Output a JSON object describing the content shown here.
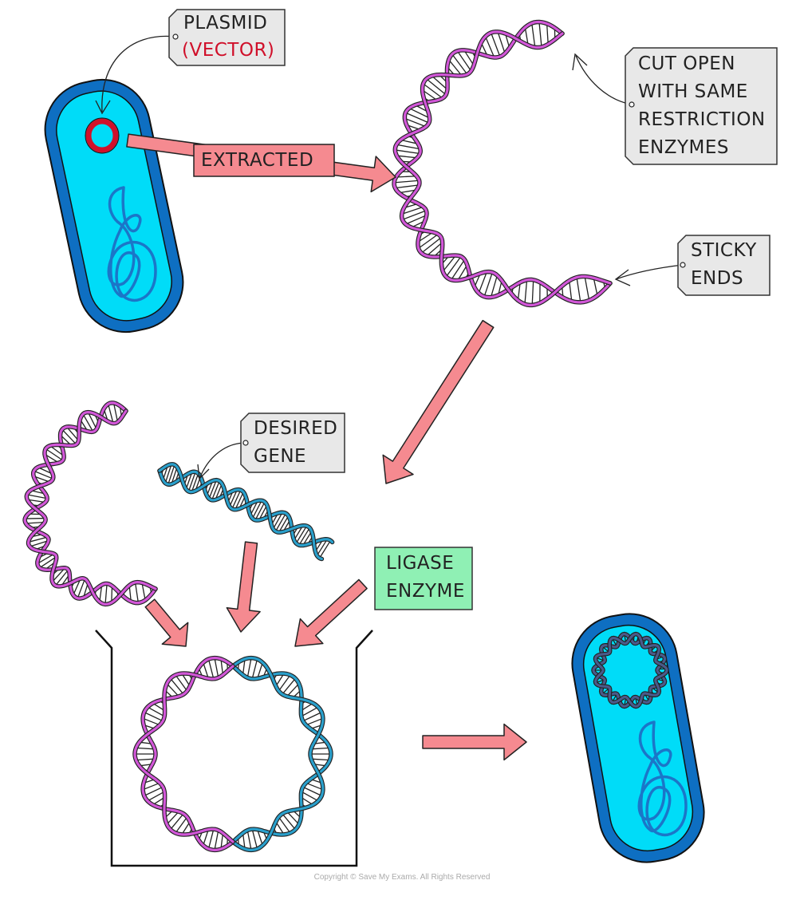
{
  "labels": {
    "plasmid": "PLASMID",
    "vector": "(VECTOR)",
    "extracted": "EXTRACTED",
    "cut_open": [
      "CUT  OPEN",
      "WITH  SAME",
      "RESTRICTION",
      "ENZYMES"
    ],
    "sticky_ends": [
      "STICKY",
      "ENDS"
    ],
    "desired_gene": [
      "DESIRED",
      "GENE"
    ],
    "ligase_enzyme": [
      "LIGASE",
      "ENZYME"
    ]
  },
  "copyright": "Copyright © Save My Exams. All Rights Reserved",
  "colors": {
    "cell_wall": "#0e6fc2",
    "cytoplasm": "#00dcf8",
    "chromosome": "#1b76c8",
    "plasmid_ring": "#d0102a",
    "vector_text": "#d0102a",
    "plasmid_dna": "#d257d8",
    "gene_dna": "#2aa0cc",
    "arrow_fill": "#f58a90",
    "label_box": "#e8e8e8",
    "ligase_box": "#8ff0b4"
  }
}
